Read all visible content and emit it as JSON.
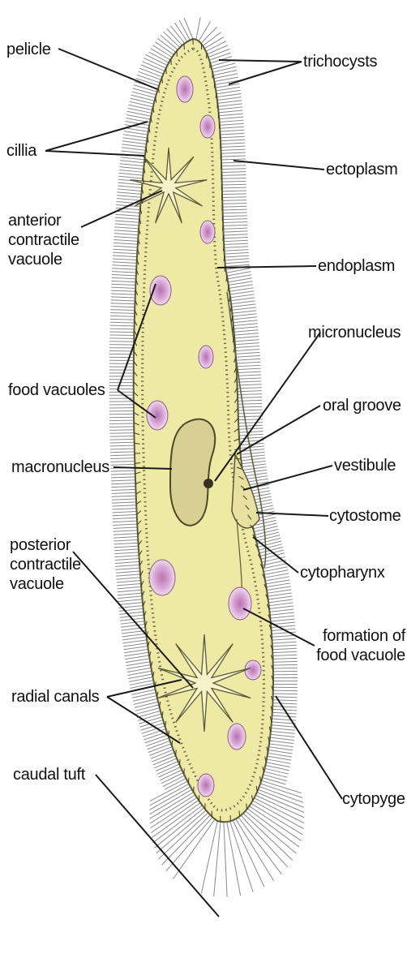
{
  "labels": {
    "pelicle": "pelicle",
    "cillia": "cillia",
    "anterior_contractile_vacuole": "anterior contractile vacuole",
    "food_vacuoles": "food vacuoles",
    "macronucleus": "macronucleus",
    "posterior_contractile_vacuole": "posterior contractile vacuole",
    "radial_canals": "radial canals",
    "caudal_tuft": "caudal tuft",
    "trichocysts": "trichocysts",
    "ectoplasm": "ectoplasm",
    "endoplasm": "endoplasm",
    "micronucleus": "micronucleus",
    "oral_groove": "oral groove",
    "vestibule": "vestibule",
    "cytostome": "cytostome",
    "cytopharynx": "cytopharynx",
    "formation_of_food_vacuole": "formation of food vacuole",
    "cytopyge": "cytopyge"
  },
  "colors": {
    "cytoplasm": "#efe9a6",
    "cilia": "#8a8a8a",
    "food_vacuole": "#d9a9d6",
    "macronucleus": "#d8cf92",
    "line": "#1a1a1a"
  }
}
